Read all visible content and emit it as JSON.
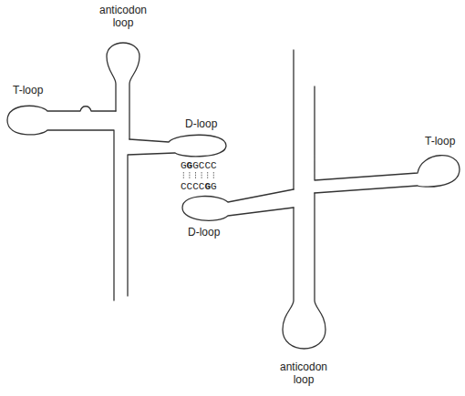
{
  "diagram": {
    "labels": [
      "anticodon loop",
      "T-loop",
      "D-loop",
      "GGGCCC",
      "CCCCGG",
      "D-loop",
      "T-loop",
      "anticodon loop"
    ]
  }
}
